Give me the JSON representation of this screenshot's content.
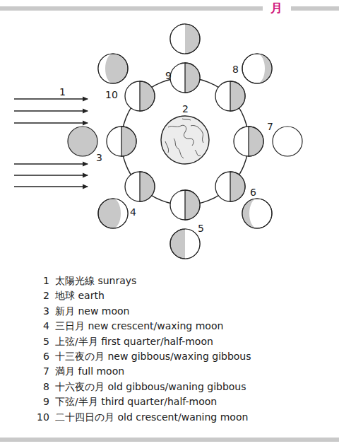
{
  "diagram": {
    "title": "月",
    "labels": [
      "1",
      "2",
      "3",
      "4",
      "5",
      "6",
      "7",
      "8",
      "9",
      "10",
      "1",
      "太陽光線 sunrays",
      "2",
      "地球 earth",
      "3",
      "新月 new moon",
      "4",
      "三日月 new crescent/waxing moon",
      "5",
      "上弦/半月 first quarter/half-moon",
      "6",
      "十三夜の月 new gibbous/waxing gibbous",
      "7",
      "満月 full moon",
      "8",
      "十六夜の月 old gibbous/waning gibbous",
      "9",
      "下弦/半月 third quarter/half-moon",
      "10",
      "二十四日の月 old crescent/waning moon"
    ]
  }
}
